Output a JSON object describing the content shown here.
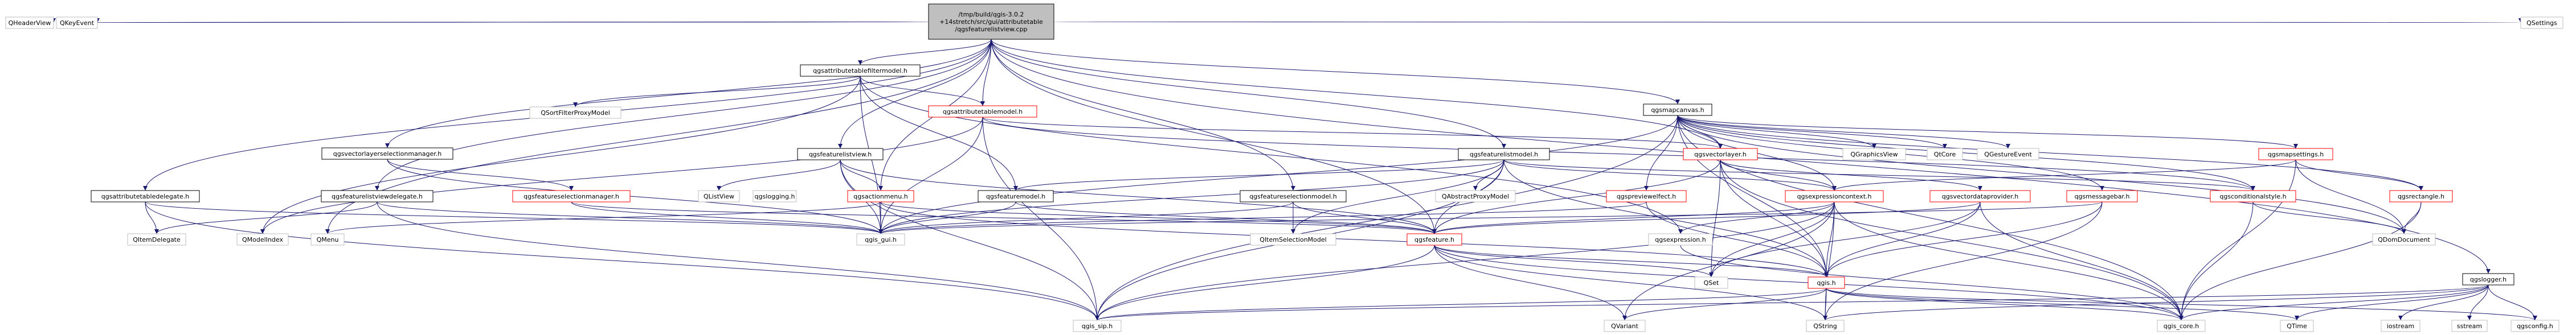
{
  "colors": {
    "edge": "#191970",
    "root_fill": "#bfbfbf",
    "documented_border": "#000000",
    "incomplete_border": "#ff0000",
    "external_border": "#bfbfbf"
  },
  "nodes": [
    {
      "id": "root",
      "label": [
        "/tmp/build/qgis-3.0.2",
        "+14stretch/src/gui/attributetable",
        "/qgsfeaturelistview.cpp"
      ],
      "style": "root"
    },
    {
      "id": "QHeaderView",
      "label": [
        "QHeaderView"
      ],
      "style": "gray"
    },
    {
      "id": "QKeyEvent",
      "label": [
        "QKeyEvent"
      ],
      "style": "gray"
    },
    {
      "id": "qgsattributetablefiltermodel",
      "label": [
        "qgsattributetablefiltermodel.h"
      ],
      "style": "black"
    },
    {
      "id": "QSettings",
      "label": [
        "QSettings"
      ],
      "style": "gray"
    },
    {
      "id": "qgsmapcanvas",
      "label": [
        "qgsmapcanvas.h"
      ],
      "style": "black"
    },
    {
      "id": "QSortFilterProxyModel",
      "label": [
        "QSortFilterProxyModel"
      ],
      "style": "gray"
    },
    {
      "id": "qgsattributetablemodel",
      "label": [
        "qgsattributetablemodel.h"
      ],
      "style": "red"
    },
    {
      "id": "qgsvectorlayerselectionmanager",
      "label": [
        "qgsvectorlayerselectionmanager.h"
      ],
      "style": "black"
    },
    {
      "id": "qgsfeaturelistview",
      "label": [
        "qgsfeaturelistview.h"
      ],
      "style": "black"
    },
    {
      "id": "qgsfeaturelistmodel",
      "label": [
        "qgsfeaturelistmodel.h"
      ],
      "style": "black"
    },
    {
      "id": "qgsvectorlayer",
      "label": [
        "qgsvectorlayer.h"
      ],
      "style": "red"
    },
    {
      "id": "QGraphicsView",
      "label": [
        "QGraphicsView"
      ],
      "style": "gray"
    },
    {
      "id": "QtCore",
      "label": [
        "QtCore"
      ],
      "style": "gray"
    },
    {
      "id": "QGestureEvent",
      "label": [
        "QGestureEvent"
      ],
      "style": "gray"
    },
    {
      "id": "qgsmapsettings",
      "label": [
        "qgsmapsettings.h"
      ],
      "style": "red"
    },
    {
      "id": "qgsattributetabledelegate",
      "label": [
        "qgsattributetabledelegate.h"
      ],
      "style": "black"
    },
    {
      "id": "qgsfeaturelistviewdelegate",
      "label": [
        "qgsfeaturelistviewdelegate.h"
      ],
      "style": "black"
    },
    {
      "id": "qgsfeatureselectionmanager",
      "label": [
        "qgsfeatureselectionmanager.h"
      ],
      "style": "red"
    },
    {
      "id": "QListView",
      "label": [
        "QListView"
      ],
      "style": "gray"
    },
    {
      "id": "qgslogging",
      "label": [
        "qgslogging.h"
      ],
      "style": "gray"
    },
    {
      "id": "qgsactionmenu",
      "label": [
        "qgsactionmenu.h"
      ],
      "style": "red"
    },
    {
      "id": "qgsfeaturemodel",
      "label": [
        "qgsfeaturemodel.h"
      ],
      "style": "black"
    },
    {
      "id": "qgsfeatureselectionmodel",
      "label": [
        "qgsfeatureselectionmodel.h"
      ],
      "style": "black"
    },
    {
      "id": "QAbstractProxyModel",
      "label": [
        "QAbstractProxyModel"
      ],
      "style": "gray"
    },
    {
      "id": "qgspreviewelfect",
      "label": [
        "qgspreviewelfect.h"
      ],
      "style": "red"
    },
    {
      "id": "qgsexpressioncontext",
      "label": [
        "qgsexpressioncontext.h"
      ],
      "style": "red"
    },
    {
      "id": "qgsvectordataprovider",
      "label": [
        "qgsvectordataprovider.h"
      ],
      "style": "red"
    },
    {
      "id": "qgsmessagebar",
      "label": [
        "qgsmessagebar.h"
      ],
      "style": "red"
    },
    {
      "id": "qgsconditionalstyle",
      "label": [
        "qgsconditionalstyle.h"
      ],
      "style": "red"
    },
    {
      "id": "qgsrectangle",
      "label": [
        "qgsrectangle.h"
      ],
      "style": "red"
    },
    {
      "id": "QItemDelegate",
      "label": [
        "QItemDelegate"
      ],
      "style": "gray"
    },
    {
      "id": "QModelIndex",
      "label": [
        "QModelIndex"
      ],
      "style": "gray"
    },
    {
      "id": "QMenu",
      "label": [
        "QMenu"
      ],
      "style": "gray"
    },
    {
      "id": "qgis_gui",
      "label": [
        "qgis_gui.h"
      ],
      "style": "gray"
    },
    {
      "id": "QItemSelectionModel",
      "label": [
        "QItemSelectionModel"
      ],
      "style": "gray"
    },
    {
      "id": "qgsfeature",
      "label": [
        "qgsfeature.h"
      ],
      "style": "red"
    },
    {
      "id": "qgsexpression",
      "label": [
        "qgsexpression.h"
      ],
      "style": "gray"
    },
    {
      "id": "QDomDocument",
      "label": [
        "QDomDocument"
      ],
      "style": "gray"
    },
    {
      "id": "QSet",
      "label": [
        "QSet"
      ],
      "style": "gray"
    },
    {
      "id": "qgis",
      "label": [
        "qgis.h"
      ],
      "style": "red"
    },
    {
      "id": "qgslogger",
      "label": [
        "qgslogger.h"
      ],
      "style": "black"
    },
    {
      "id": "qgis_sip",
      "label": [
        "qgis_sip.h"
      ],
      "style": "gray"
    },
    {
      "id": "QVariant",
      "label": [
        "QVariant"
      ],
      "style": "gray"
    },
    {
      "id": "QString",
      "label": [
        "QString"
      ],
      "style": "gray"
    },
    {
      "id": "qgis_core",
      "label": [
        "qgis_core.h"
      ],
      "style": "gray"
    },
    {
      "id": "QTime",
      "label": [
        "QTime"
      ],
      "style": "gray"
    },
    {
      "id": "iostream",
      "label": [
        "iostream"
      ],
      "style": "gray"
    },
    {
      "id": "sstream",
      "label": [
        "sstream"
      ],
      "style": "gray"
    },
    {
      "id": "qgsconfig",
      "label": [
        "qgsconfig.h"
      ],
      "style": "gray"
    }
  ],
  "edges": [
    [
      "root",
      "QHeaderView"
    ],
    [
      "root",
      "QKeyEvent"
    ],
    [
      "root",
      "qgsattributetablefiltermodel"
    ],
    [
      "root",
      "QSettings"
    ],
    [
      "root",
      "qgsmapcanvas"
    ],
    [
      "root",
      "qgsattributetablemodel"
    ],
    [
      "root",
      "qgsvectorlayerselectionmanager"
    ],
    [
      "root",
      "qgsfeaturelistview"
    ],
    [
      "root",
      "qgsfeaturelistmodel"
    ],
    [
      "root",
      "qgsvectorlayer"
    ],
    [
      "root",
      "qgsattributetabledelegate"
    ],
    [
      "root",
      "qgslogger"
    ],
    [
      "root",
      "QMenu"
    ],
    [
      "root",
      "qgsfeatureselectionmodel"
    ],
    [
      "root",
      "qgsfeature"
    ],
    [
      "root",
      "qgsfeaturelistviewdelegate"
    ],
    [
      "root",
      "qgsactionmenu"
    ],
    [
      "qgsattributetablefiltermodel",
      "QSortFilterProxyModel"
    ],
    [
      "qgsattributetablefiltermodel",
      "qgsattributetablemodel"
    ],
    [
      "qgsattributetablefiltermodel",
      "qgis_gui"
    ],
    [
      "qgsattributetablefiltermodel",
      "qgsfeaturemodel"
    ],
    [
      "qgsattributetablefiltermodel",
      "QModelIndex"
    ],
    [
      "qgsattributetablefiltermodel",
      "qgsexpression"
    ],
    [
      "qgsmapcanvas",
      "QGraphicsView"
    ],
    [
      "qgsmapcanvas",
      "QtCore"
    ],
    [
      "qgsmapcanvas",
      "QGestureEvent"
    ],
    [
      "qgsmapcanvas",
      "qgsmapsettings"
    ],
    [
      "qgsmapcanvas",
      "qgsexpressioncontext"
    ],
    [
      "qgsmapcanvas",
      "qgsvectorlayer"
    ],
    [
      "qgsmapcanvas",
      "qgsmessagebar"
    ],
    [
      "qgsmapcanvas",
      "qgsrectangle"
    ],
    [
      "qgsmapcanvas",
      "QDomDocument"
    ],
    [
      "qgsmapcanvas",
      "qgis_gui"
    ],
    [
      "qgsmapcanvas",
      "qgis_core"
    ],
    [
      "qgsmapcanvas",
      "qgis"
    ],
    [
      "qgsmapcanvas",
      "qgsconditionalstyle"
    ],
    [
      "qgsmapcanvas",
      "qgspreviewelfect"
    ],
    [
      "qgsmapcanvas",
      "qgis_sip"
    ],
    [
      "qgsattributetablemodel",
      "QModelIndex"
    ],
    [
      "qgsattributetablemodel",
      "qgis_gui"
    ],
    [
      "qgsattributetablemodel",
      "qgsvectorlayer"
    ],
    [
      "qgsattributetablemodel",
      "qgsconditionalstyle"
    ],
    [
      "qgsattributetablemodel",
      "qgis_sip"
    ],
    [
      "qgsvectorlayerselectionmanager",
      "qgis_gui"
    ],
    [
      "qgsvectorlayerselectionmanager",
      "qgsfeatureselectionmanager"
    ],
    [
      "qgsfeaturelistview",
      "QListView"
    ],
    [
      "qgsfeaturelistview",
      "qgsdebug"
    ],
    [
      "qgsfeaturelistview",
      "qgis_gui"
    ],
    [
      "qgsfeaturelistview",
      "qgsactionmenu"
    ],
    [
      "qgsfeaturelistview",
      "qgsfeature"
    ],
    [
      "qgsfeaturelistview",
      "qgis_sip"
    ],
    [
      "qgsfeaturelistmodel",
      "qgsfeaturemodel"
    ],
    [
      "qgsfeaturelistmodel",
      "QAbstractProxyModel"
    ],
    [
      "qgsfeaturelistmodel",
      "qgis_gui"
    ],
    [
      "qgsfeaturelistmodel",
      "qgsexpressioncontext"
    ],
    [
      "qgsfeaturelistmodel",
      "qgsfeature"
    ],
    [
      "qgsfeaturelistmodel",
      "QItemSelectionModel"
    ],
    [
      "qgsfeaturelistmodel",
      "qgsconditionalstyle"
    ],
    [
      "qgsfeaturelistmodel",
      "qgis_sip"
    ],
    [
      "qgsfeaturelistmodel",
      "qgis"
    ],
    [
      "qgsvectorlayer",
      "qgsfeature"
    ],
    [
      "qgsvectorlayer",
      "qgsvectordataprovider"
    ],
    [
      "qgsvectorlayer",
      "qgis"
    ],
    [
      "qgsvectorlayer",
      "QSet"
    ],
    [
      "qgsvectorlayer",
      "qgis_core"
    ],
    [
      "qgsvectorlayer",
      "qgsexpressioncontext"
    ],
    [
      "qgsmapsettings",
      "qgsrectangle"
    ],
    [
      "qgsmapsettings",
      "QDomDocument"
    ],
    [
      "qgsmapsettings",
      "qgis_core"
    ],
    [
      "qgsmapsettings",
      "qgsexpressioncontext"
    ],
    [
      "qgsattributetabledelegate",
      "QItemDelegate"
    ],
    [
      "qgsattributetabledelegate",
      "qgis_gui"
    ],
    [
      "qgsattributetabledelegate",
      "qgis_sip"
    ],
    [
      "qgsfeaturelistviewdelegate",
      "QItemDelegate"
    ],
    [
      "qgsfeaturelistviewdelegate",
      "qgis_gui"
    ],
    [
      "qgsfeaturelistviewdelegate",
      "qgis_sip"
    ],
    [
      "qgsfeatureselectionmanager",
      "qgsfeature"
    ],
    [
      "qgsfeatureselectionmanager",
      "qgis_gui"
    ],
    [
      "qgsactionmenu",
      "QMenu"
    ],
    [
      "qgsactionmenu",
      "qgis_gui"
    ],
    [
      "qgsactionmenu",
      "qgsfeature"
    ],
    [
      "qgsactionmenu",
      "qgis"
    ],
    [
      "qgsfeaturemodel",
      "qgis_gui"
    ],
    [
      "qgsfeaturemodel",
      "qgsfeature"
    ],
    [
      "qgsfeatureselectionmodel",
      "QItemSelectionModel"
    ],
    [
      "qgsfeatureselectionmodel",
      "qgsfeature"
    ],
    [
      "qgsfeatureselectionmodel",
      "qgis_gui"
    ],
    [
      "qgspreviewelfect",
      "qgis_gui"
    ],
    [
      "qgspreviewelfect",
      "qgis"
    ],
    [
      "qgsexpressioncontext",
      "qgsexpression"
    ],
    [
      "qgsexpressioncontext",
      "QSet"
    ],
    [
      "qgsexpressioncontext",
      "qgis"
    ],
    [
      "qgsexpressioncontext",
      "QString"
    ],
    [
      "qgsexpressioncontext",
      "qgis_core"
    ],
    [
      "qgsexpressioncontext",
      "qgis_sip"
    ],
    [
      "qgsexpressioncontext",
      "qgsfeature"
    ],
    [
      "qgsexpressioncontext",
      "QVariant"
    ],
    [
      "qgsvectordataprovider",
      "qgis"
    ],
    [
      "qgsvectordataprovider",
      "QSet"
    ],
    [
      "qgsvectordataprovider",
      "qgis_core"
    ],
    [
      "qgsvectordataprovider",
      "qgsfeature"
    ],
    [
      "qgsmessagebar",
      "qgis"
    ],
    [
      "qgsmessagebar",
      "qgis_gui"
    ],
    [
      "qgsmessagebar",
      "QString"
    ],
    [
      "qgsconditionalstyle",
      "qgis_core"
    ],
    [
      "qgsconditionalstyle",
      "QDomDocument"
    ],
    [
      "qgsrectangle",
      "QDomDocument"
    ],
    [
      "qgsrectangle",
      "qgis_core"
    ],
    [
      "qgsfeature",
      "qgis"
    ],
    [
      "qgsfeature",
      "QVariant"
    ],
    [
      "qgsfeature",
      "QString"
    ],
    [
      "qgsfeature",
      "qgis_core"
    ],
    [
      "qgsfeature",
      "qgis_sip"
    ],
    [
      "qgsfeature",
      "QSet"
    ],
    [
      "qgis",
      "qgis_sip"
    ],
    [
      "qgis",
      "QVariant"
    ],
    [
      "qgis",
      "QString"
    ],
    [
      "qgis",
      "qgis_core"
    ],
    [
      "qgis",
      "QTime"
    ],
    [
      "qgis",
      "qgsconfig"
    ],
    [
      "qgslogger",
      "qgis_sip"
    ],
    [
      "qgslogger",
      "QString"
    ],
    [
      "qgslogger",
      "qgis_core"
    ],
    [
      "qgslogger",
      "QTime"
    ],
    [
      "qgslogger",
      "iostream"
    ],
    [
      "qgslogger",
      "sstream"
    ],
    [
      "qgslogger",
      "qgsconfig"
    ],
    [
      "qgsexpression",
      "qgis_core"
    ]
  ]
}
